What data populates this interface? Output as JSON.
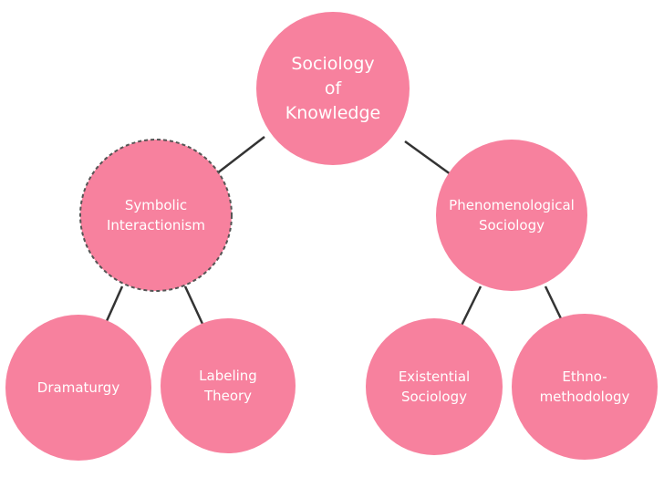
{
  "style": {
    "node_color": "#F7819E",
    "text_color": "#FFFFFF",
    "edge_color": "#333333",
    "dashed_border_color": "#555555"
  },
  "nodes": [
    {
      "id": "root",
      "lines": [
        "Sociology",
        "of",
        "Knowledge"
      ]
    },
    {
      "id": "symbolic",
      "lines": [
        "Symbolic",
        "Interactionism"
      ],
      "selected": true
    },
    {
      "id": "phenomenological",
      "lines": [
        "Phenomenological",
        "Sociology"
      ]
    },
    {
      "id": "dramaturgy",
      "lines": [
        "Dramaturgy"
      ]
    },
    {
      "id": "labeling",
      "lines": [
        "Labeling",
        "Theory"
      ]
    },
    {
      "id": "existential",
      "lines": [
        "Existential",
        "Sociology"
      ]
    },
    {
      "id": "ethno",
      "lines": [
        "Ethno-",
        "methodology"
      ]
    }
  ],
  "edges": [
    [
      "root",
      "symbolic"
    ],
    [
      "root",
      "phenomenological"
    ],
    [
      "symbolic",
      "dramaturgy"
    ],
    [
      "symbolic",
      "labeling"
    ],
    [
      "phenomenological",
      "existential"
    ],
    [
      "phenomenological",
      "ethno"
    ]
  ]
}
